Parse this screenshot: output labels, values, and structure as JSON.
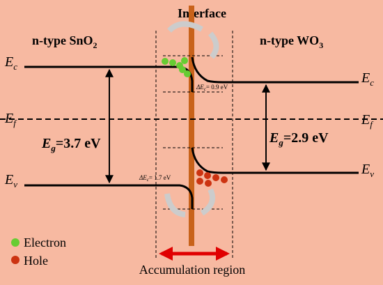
{
  "title": "Interface",
  "left_material": {
    "main": "n-type SnO",
    "sub": "2"
  },
  "right_material": {
    "main": "n-type WO",
    "sub": "3"
  },
  "left_labels": {
    "ec": "E",
    "ec_sub": "c",
    "ef": "E",
    "ef_sub": "f",
    "ev": "E",
    "ev_sub": "v"
  },
  "right_labels": {
    "ec": "E",
    "ec_sub": "c",
    "ef": "E",
    "ef_sub": "f",
    "ev": "E",
    "ev_sub": "v"
  },
  "left_gap": {
    "sym": "E",
    "sub": "g",
    "value": "=3.7 eV"
  },
  "right_gap": {
    "sym": "E",
    "sub": "g",
    "value": "=2.9 eV"
  },
  "delta_ec": {
    "sym": "ΔE",
    "sub": "c",
    "value": "= 0.9 eV"
  },
  "delta_ev": {
    "sym": "ΔE",
    "sub": "c",
    "value": "= 1.7 eV"
  },
  "legend": [
    {
      "label": "Electron",
      "color": "#66cc33"
    },
    {
      "label": "Hole",
      "color": "#cc3311"
    }
  ],
  "region_label": "Accumulation region",
  "colors": {
    "background": "#f7b9a1",
    "interface_bar": "#c8621a",
    "electron": "#66cc33",
    "hole": "#cc3311",
    "arrow_red": "#e00000"
  }
}
